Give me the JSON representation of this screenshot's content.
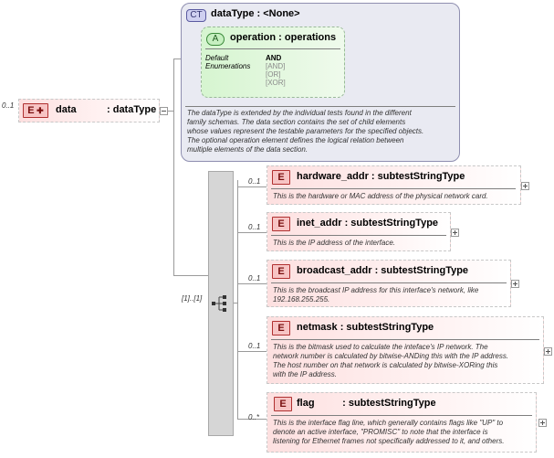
{
  "root": {
    "occurrence": "0..1",
    "badge": "E",
    "name": "data",
    "type": ": dataType"
  },
  "complex_type": {
    "badge": "CT",
    "title": "dataType : <None>",
    "attribute": {
      "badge": "A",
      "title": "operation : operations",
      "default_label": "Default",
      "enumerations_label": "Enumerations",
      "default_value": "AND",
      "enumerations": [
        "[AND]",
        "[OR]",
        "[XOR]"
      ]
    },
    "description": [
      "The dataType is extended by the individual tests found in the different",
      "family schemas.  The data section contains the set of child elements",
      "whose values represent the testable parameters for the specified objects.",
      "The optional operation element defines the logical relation between",
      "multiple elements of the data section."
    ]
  },
  "sequence": {
    "occurrence": "[1]..[1]",
    "icon": "sequence-compositor-icon"
  },
  "elements": [
    {
      "occurrence": "0..1",
      "badge": "E",
      "title": "hardware_addr : subtestStringType",
      "description": [
        "This is the hardware or MAC address of the physical network card."
      ]
    },
    {
      "occurrence": "0..1",
      "badge": "E",
      "title": "inet_addr : subtestStringType",
      "description": [
        "This is the IP address of the interface."
      ]
    },
    {
      "occurrence": "0..1",
      "badge": "E",
      "title": "broadcast_addr : subtestStringType",
      "description": [
        "This is the broadcast IP address for this interface's network, like",
        "192.168.255.255."
      ]
    },
    {
      "occurrence": "0..1",
      "badge": "E",
      "title": "netmask : subtestStringType",
      "description": [
        "This is the bitmask used to calculate the inteface's IP network.  The",
        "network number is calculated by bitwise-ANDing this with the IP address.",
        "The host number on that network is calculated by bitwise-XORing this",
        "with the IP address."
      ]
    },
    {
      "occurrence": "0..*",
      "badge": "E",
      "title": "flag          : subtestStringType",
      "description": [
        "This is the interface flag line, which generally contains flags like \"UP\" to",
        "denote an active interface, \"PROMISC\" to note that the interface is",
        "listening for Ethernet frames not specifically addressed to it, and others."
      ]
    }
  ]
}
